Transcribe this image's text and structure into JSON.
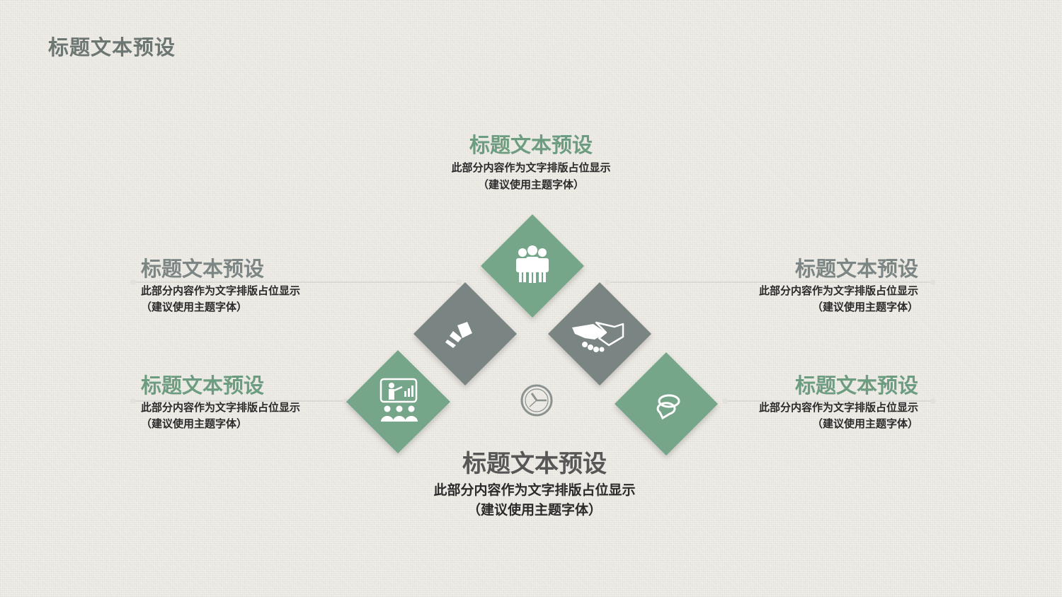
{
  "header": {
    "title": "标题文本预设"
  },
  "blocks": {
    "top": {
      "title": "标题文本预设",
      "line1": "此部分内容作为文字排版占位显示",
      "line2": "（建议使用主题字体）"
    },
    "left_upper": {
      "title": "标题文本预设",
      "line1": "此部分内容作为文字排版占位显示",
      "line2": "（建议使用主题字体）"
    },
    "left_lower": {
      "title": "标题文本预设",
      "line1": "此部分内容作为文字排版占位显示",
      "line2": "（建议使用主题字体）"
    },
    "right_upper": {
      "title": "标题文本预设",
      "line1": "此部分内容作为文字排版占位显示",
      "line2": "（建议使用主题字体）"
    },
    "right_lower": {
      "title": "标题文本预设",
      "line1": "此部分内容作为文字排版占位显示",
      "line2": "（建议使用主题字体）"
    },
    "bottom": {
      "title": "标题文本预设",
      "line1": "此部分内容作为文字排版占位显示",
      "line2": "（建议使用主题字体）"
    }
  },
  "diamonds": [
    {
      "icon": "team-icon"
    },
    {
      "icon": "megaphone-icon"
    },
    {
      "icon": "handshake-icon"
    },
    {
      "icon": "presentation-icon"
    },
    {
      "icon": "chat-bubbles-icon"
    },
    {
      "icon": "clock-icon"
    }
  ],
  "colors": {
    "green": "#76a68a",
    "gray": "#7c8684",
    "title_gray": "#6c7673",
    "connector": "#d9d6d1",
    "background": "#efece6"
  }
}
